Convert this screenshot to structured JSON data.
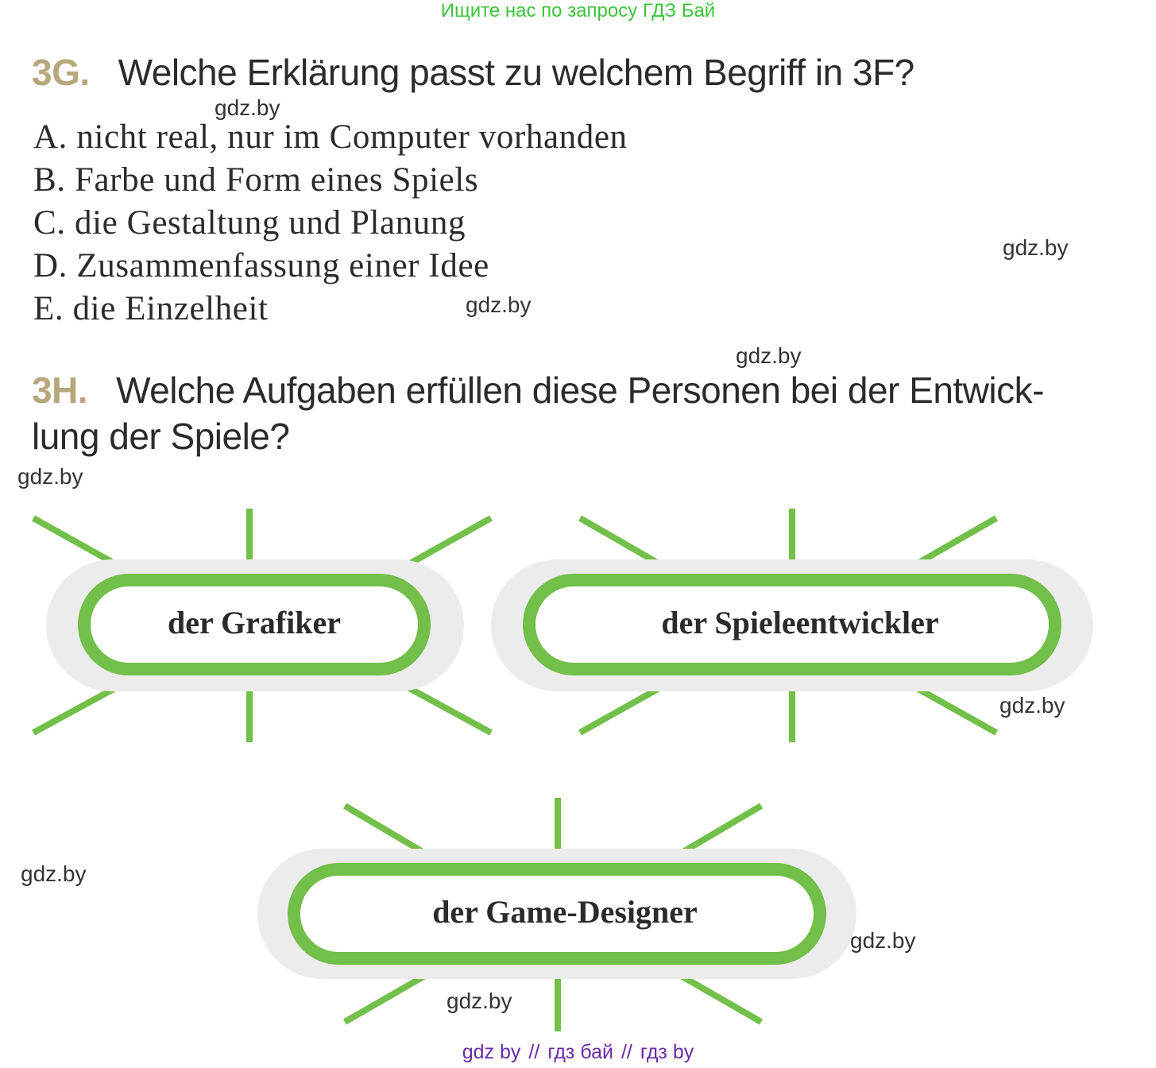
{
  "banner": "Ищите нас по запросу ГДЗ Бай",
  "task_3g": {
    "number": "3G.",
    "question": "Welche Erklärung passt zu welchem Begriff in 3F?",
    "answers": [
      "A. nicht real, nur im Computer vorhanden",
      "B. Farbe und Form eines Spiels",
      "C. die Gestaltung und Planung",
      "D. Zusammenfassung einer Idee",
      "E. die Einzelheit"
    ]
  },
  "task_3h": {
    "number": "3H.",
    "question_line1": "Welche Aufgaben erfüllen diese Personen bei der Entwick-",
    "question_line2": "lung der Spiele?"
  },
  "roles": [
    "der Grafiker",
    "der Spieleentwickler",
    "der Game-Designer"
  ],
  "colors": {
    "ray_green": "#72bf4a",
    "shadow_gray": "#ececec",
    "number_gold": "#b8a77c"
  },
  "watermarks": [
    "gdz.by",
    "gdz.by",
    "gdz.by",
    "gdz.by",
    "gdz.by",
    "gdz.by",
    "gdz.by",
    "gdz.by",
    "gdz.by"
  ],
  "footer": {
    "part1": "gdz by",
    "sep": "//",
    "part2": "гдз бай",
    "part3": "гдз by"
  }
}
